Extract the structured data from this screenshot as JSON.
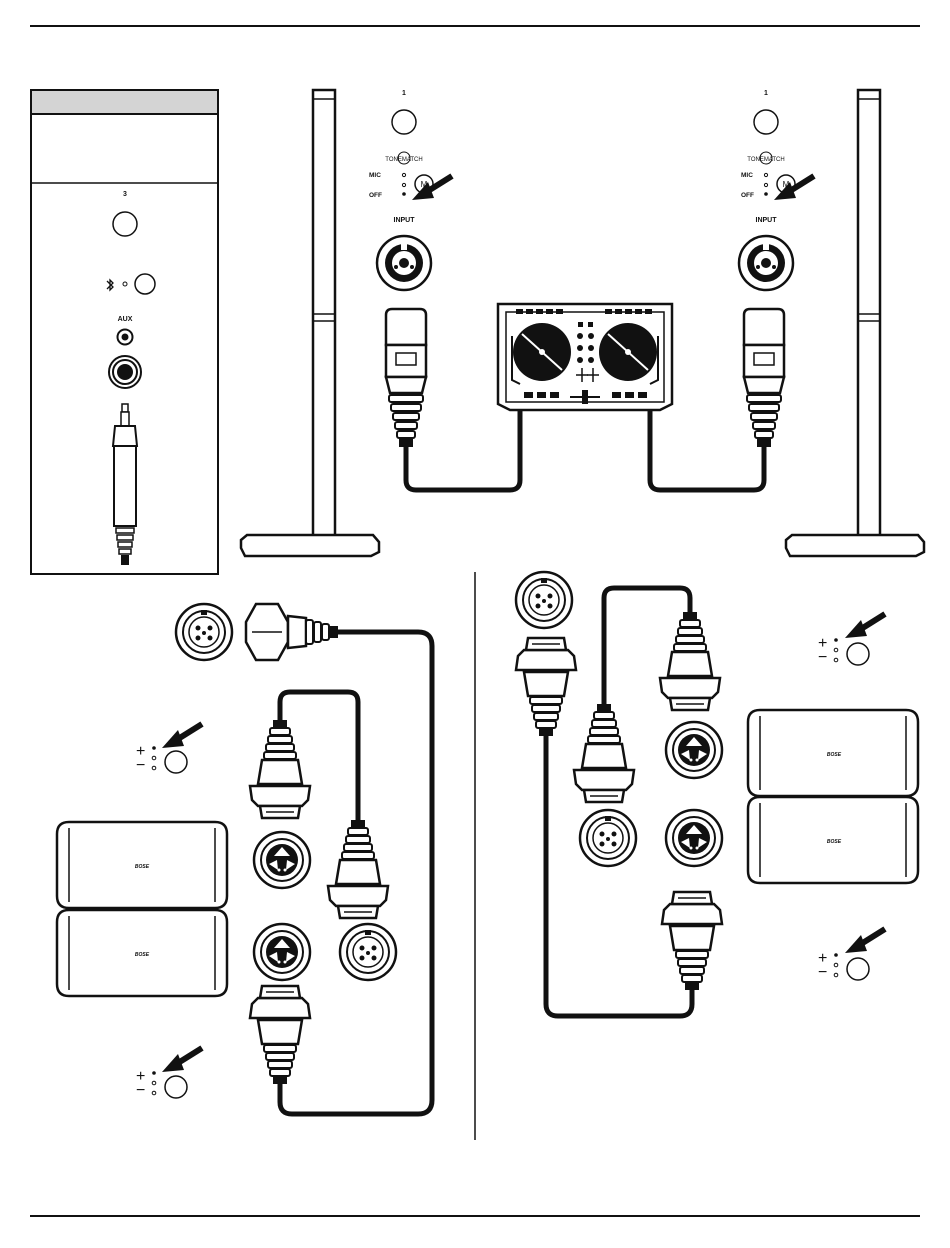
{
  "labels": {
    "channel_left": "1",
    "channel_right": "1",
    "channel_aux": "3",
    "tonematch_left": "TONEMATCH",
    "tonematch_right": "TONEMATCH",
    "mic_left": "MIC",
    "off_left": "OFF",
    "mic_right": "MIC",
    "off_right": "OFF",
    "input_left": "INPUT",
    "input_right": "INPUT",
    "aux": "AUX",
    "m_left": "M",
    "m_right": "M",
    "bose_1": "BOSE",
    "bose_2": "BOSE",
    "bose_3": "BOSE",
    "bose_4": "BOSE",
    "plus": "+",
    "minus": "−"
  },
  "icons": [
    "bluetooth-icon",
    "arrow-icon",
    "xlr-combo-jack-icon",
    "dj-controller-icon",
    "speaker-icon",
    "connector-icon",
    "quarter-inch-plug-icon"
  ],
  "colors": {
    "ink": "#111111",
    "panel_header": "#d4d4d4",
    "background": "#ffffff"
  }
}
